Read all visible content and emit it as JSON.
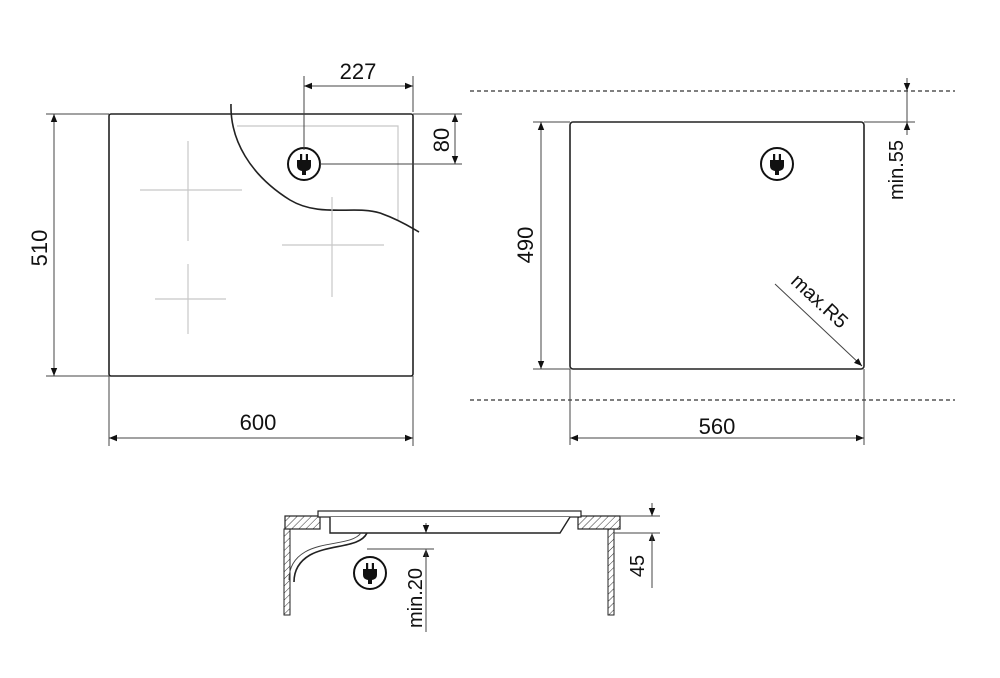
{
  "dimensions": {
    "top_width": "227",
    "top_offset": "80",
    "hob_height": "510",
    "hob_width": "600",
    "cutout_height": "490",
    "cutout_width": "560",
    "min_back": "min.55",
    "corner_radius": "max.R5",
    "min_bottom": "min.20",
    "depth": "45"
  },
  "icons": [
    "plug-icon"
  ]
}
